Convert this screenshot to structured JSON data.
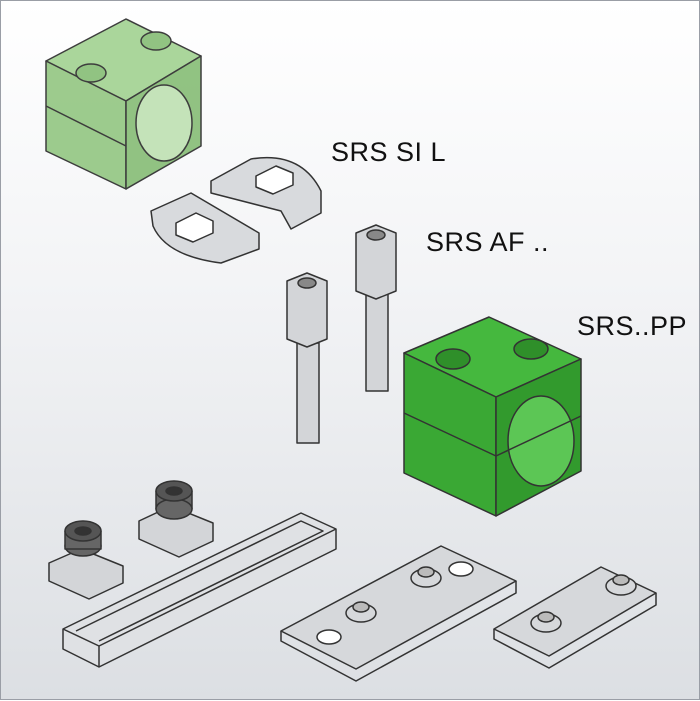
{
  "labels": {
    "spacer_plates": "SRS SI L",
    "bolts": "SRS AF ..",
    "clamp_block": "SRS..PP"
  },
  "colors": {
    "light_green": "#9fd08f",
    "dark_green": "#3fb03a",
    "metal": "#d6d8db",
    "dark_nut": "#6a6a6a",
    "outline": "#333333"
  }
}
